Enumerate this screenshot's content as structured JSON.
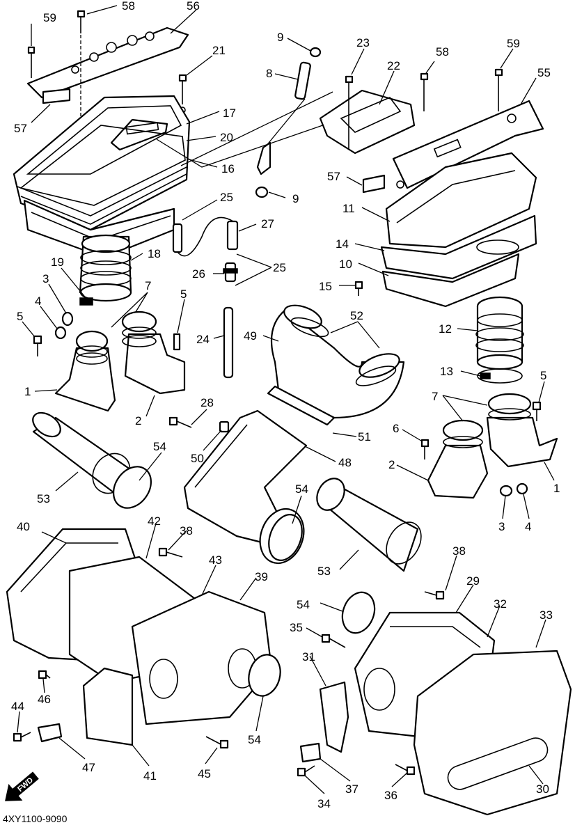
{
  "diagram": {
    "reference_code": "4XY1100-9090",
    "forward_arrow_text": "FWD"
  },
  "callouts": [
    {
      "id": "c59a",
      "text": "59"
    },
    {
      "id": "c58a",
      "text": "58"
    },
    {
      "id": "c56",
      "text": "56"
    },
    {
      "id": "c9a",
      "text": "9"
    },
    {
      "id": "c23",
      "text": "23"
    },
    {
      "id": "c22",
      "text": "22"
    },
    {
      "id": "c58b",
      "text": "58"
    },
    {
      "id": "c59b",
      "text": "59"
    },
    {
      "id": "c21",
      "text": "21"
    },
    {
      "id": "c8",
      "text": "8"
    },
    {
      "id": "c55",
      "text": "55"
    },
    {
      "id": "c17",
      "text": "17"
    },
    {
      "id": "c57a",
      "text": "57"
    },
    {
      "id": "c20",
      "text": "20"
    },
    {
      "id": "c16",
      "text": "16"
    },
    {
      "id": "c57b",
      "text": "57"
    },
    {
      "id": "c9b",
      "text": "9"
    },
    {
      "id": "c25a",
      "text": "25"
    },
    {
      "id": "c11",
      "text": "11"
    },
    {
      "id": "c27",
      "text": "27"
    },
    {
      "id": "c14",
      "text": "14"
    },
    {
      "id": "c18",
      "text": "18"
    },
    {
      "id": "c19",
      "text": "19"
    },
    {
      "id": "c10",
      "text": "10"
    },
    {
      "id": "c26",
      "text": "26"
    },
    {
      "id": "c25b",
      "text": "25"
    },
    {
      "id": "c15",
      "text": "15"
    },
    {
      "id": "c3a",
      "text": "3"
    },
    {
      "id": "c7a",
      "text": "7"
    },
    {
      "id": "c5a",
      "text": "5"
    },
    {
      "id": "c4a",
      "text": "4"
    },
    {
      "id": "c52",
      "text": "52"
    },
    {
      "id": "c12",
      "text": "12"
    },
    {
      "id": "c5b",
      "text": "5"
    },
    {
      "id": "c24",
      "text": "24"
    },
    {
      "id": "c49",
      "text": "49"
    },
    {
      "id": "c13",
      "text": "13"
    },
    {
      "id": "c1a",
      "text": "1"
    },
    {
      "id": "c5c",
      "text": "5"
    },
    {
      "id": "c2a",
      "text": "2"
    },
    {
      "id": "c7b",
      "text": "7"
    },
    {
      "id": "c28",
      "text": "28"
    },
    {
      "id": "c51",
      "text": "51"
    },
    {
      "id": "c6",
      "text": "6"
    },
    {
      "id": "c54a",
      "text": "54"
    },
    {
      "id": "c50",
      "text": "50"
    },
    {
      "id": "c48",
      "text": "48"
    },
    {
      "id": "c2b",
      "text": "2"
    },
    {
      "id": "c1b",
      "text": "1"
    },
    {
      "id": "c53a",
      "text": "53"
    },
    {
      "id": "c54b",
      "text": "54"
    },
    {
      "id": "c3b",
      "text": "3"
    },
    {
      "id": "c4b",
      "text": "4"
    },
    {
      "id": "c40",
      "text": "40"
    },
    {
      "id": "c42",
      "text": "42"
    },
    {
      "id": "c38a",
      "text": "38"
    },
    {
      "id": "c43",
      "text": "43"
    },
    {
      "id": "c39",
      "text": "39"
    },
    {
      "id": "c53b",
      "text": "53"
    },
    {
      "id": "c38b",
      "text": "38"
    },
    {
      "id": "c29",
      "text": "29"
    },
    {
      "id": "c54c",
      "text": "54"
    },
    {
      "id": "c32",
      "text": "32"
    },
    {
      "id": "c33",
      "text": "33"
    },
    {
      "id": "c35",
      "text": "35"
    },
    {
      "id": "c31",
      "text": "31"
    },
    {
      "id": "c46",
      "text": "46"
    },
    {
      "id": "c44",
      "text": "44"
    },
    {
      "id": "c54d",
      "text": "54"
    },
    {
      "id": "c47",
      "text": "47"
    },
    {
      "id": "c41",
      "text": "41"
    },
    {
      "id": "c45",
      "text": "45"
    },
    {
      "id": "c37",
      "text": "37"
    },
    {
      "id": "c36",
      "text": "36"
    },
    {
      "id": "c30",
      "text": "30"
    },
    {
      "id": "c34",
      "text": "34"
    }
  ]
}
